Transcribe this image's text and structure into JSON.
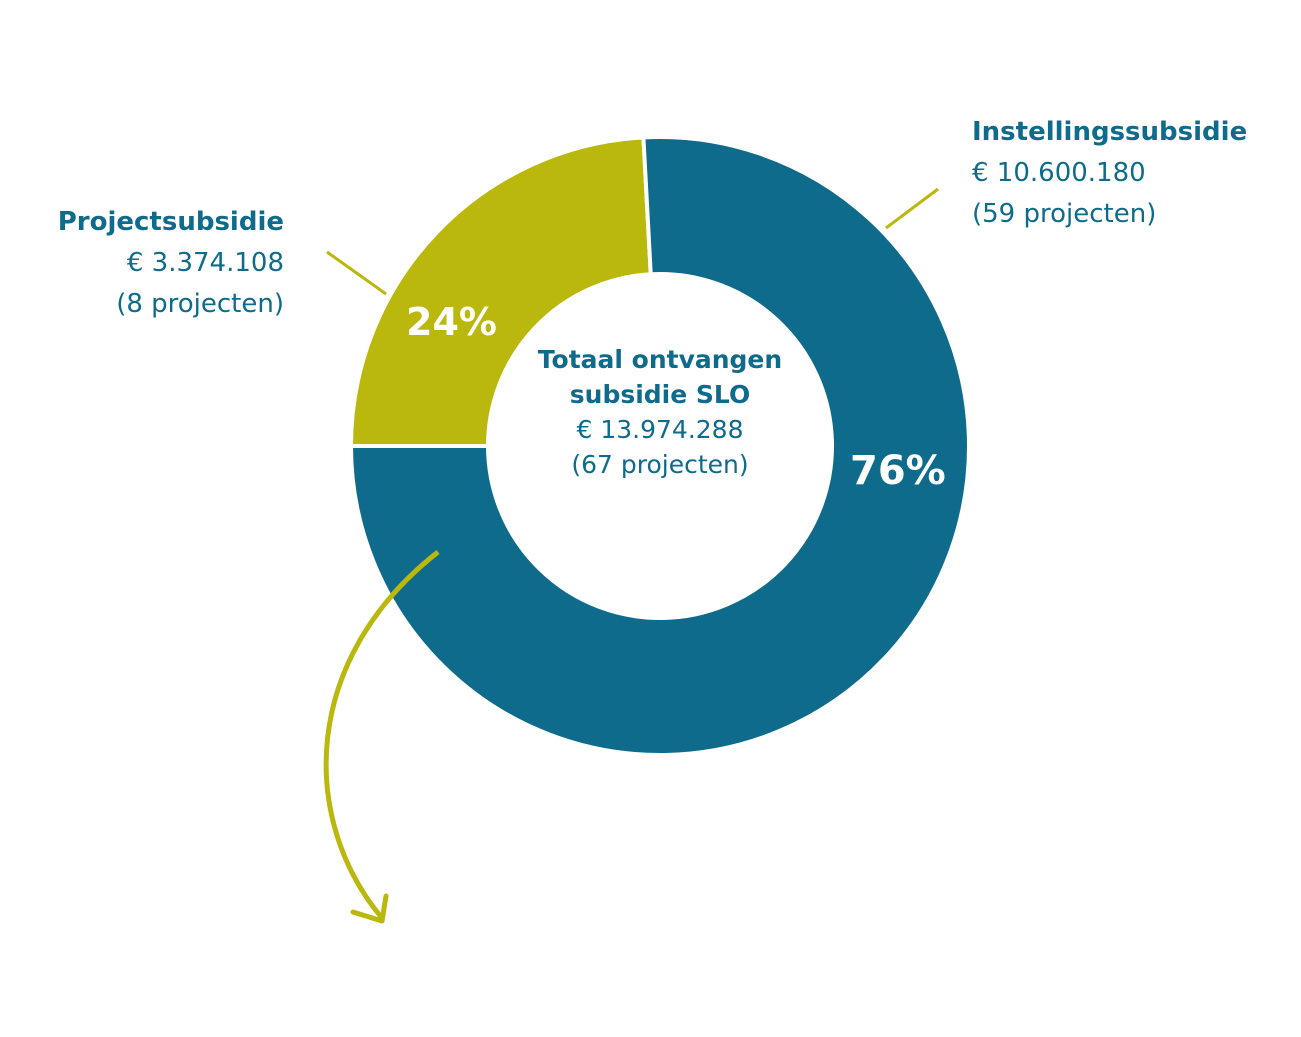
{
  "chart_data": {
    "type": "pie",
    "center": {
      "title_line1": "Totaal ontvangen",
      "title_line2": "subsidie SLO",
      "amount": "€ 13.974.288",
      "count": "(67 projecten)"
    },
    "slices": [
      {
        "label": "Projectsubsidie",
        "amount": "€ 3.374.108",
        "count": "(8 projecten)",
        "percent_label": "24%",
        "value": 3374108,
        "color": "#bbb80d"
      },
      {
        "label": "Instellingssubsidie",
        "amount": "€ 10.600.180",
        "count": "(59 projecten)",
        "percent_label": "76%",
        "value": 10600180,
        "color": "#0f6b8c"
      }
    ],
    "accent_color": "#bbb80d",
    "text_color": "#0f6b8c"
  }
}
